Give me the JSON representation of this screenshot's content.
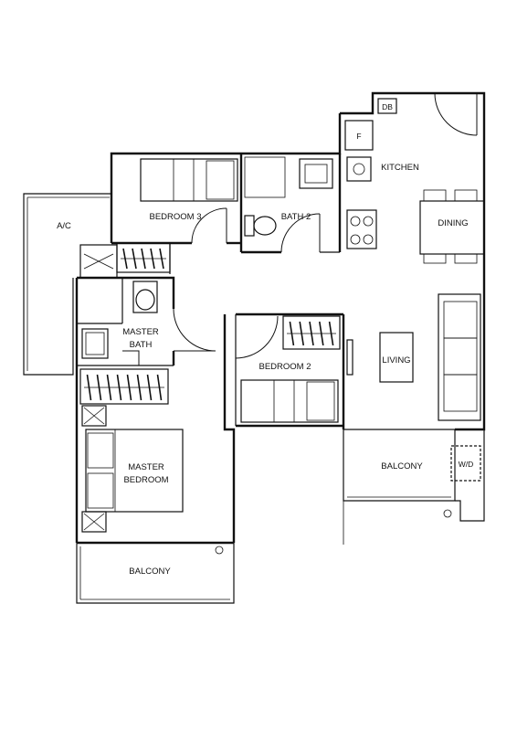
{
  "rooms": {
    "ac": "A/C",
    "bedroom3": "BEDROOM 3",
    "bath2": "BATH 2",
    "master_bath_line1": "MASTER",
    "master_bath_line2": "BATH",
    "kitchen": "KITCHEN",
    "dining": "DINING",
    "living": "LIVING",
    "bedroom2": "BEDROOM 2",
    "master_bedroom_line1": "MASTER",
    "master_bedroom_line2": "BEDROOM",
    "balcony_right": "BALCONY",
    "balcony_bottom": "BALCONY",
    "wd": "W/D",
    "db": "DB",
    "fridge": "F"
  },
  "colors": {
    "line": "#111111",
    "background": "#ffffff"
  }
}
